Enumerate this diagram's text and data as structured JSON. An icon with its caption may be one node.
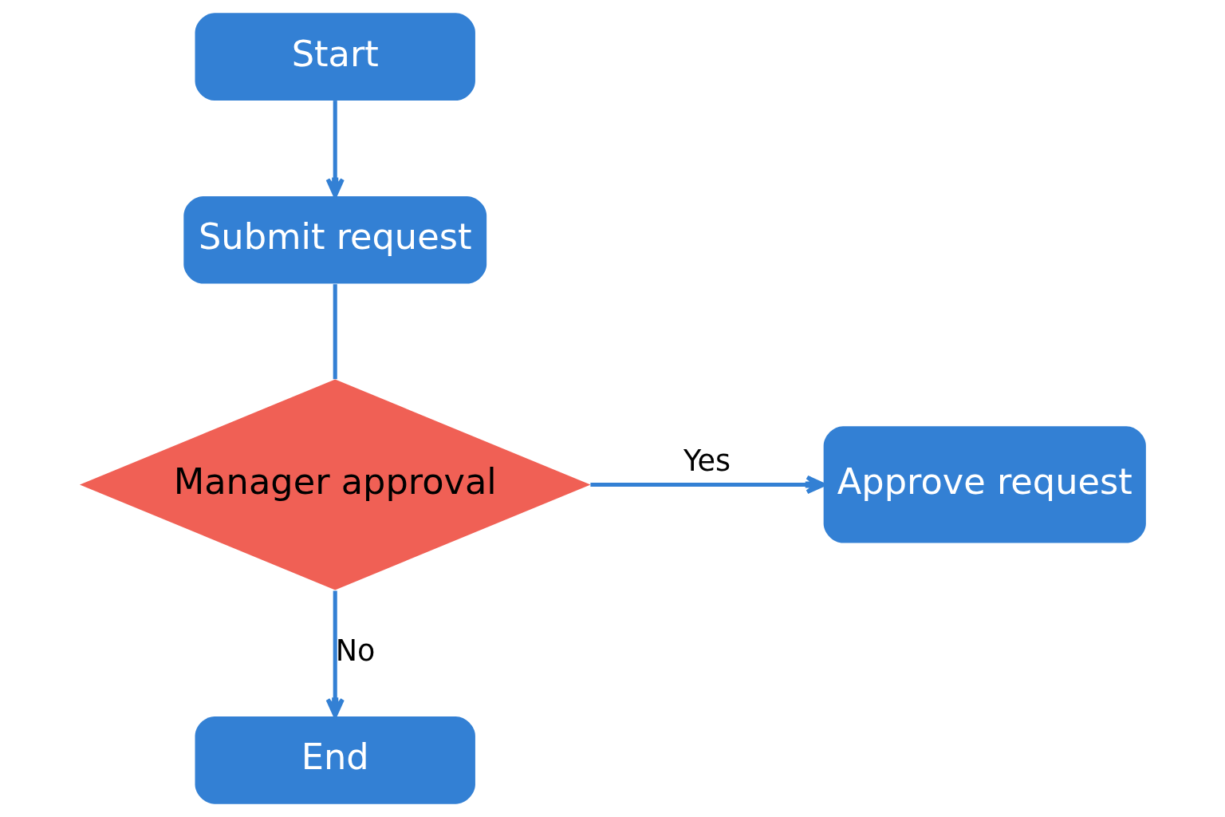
{
  "diagram": {
    "nodes": [
      {
        "text": [
          "Start"
        ]
      },
      {
        "text": [
          "Submit request"
        ]
      },
      {
        "text": [
          "Manager approval"
        ]
      },
      {
        "text": [
          "Approve request"
        ]
      },
      {
        "text": [
          "End"
        ]
      }
    ],
    "edges": [
      {
        "from": 0,
        "to": 1,
        "arrow": "to"
      },
      {
        "from": 1,
        "to": 2,
        "arrow": "none"
      },
      {
        "from": 2,
        "to": 3,
        "arrow": "to",
        "label": "Yes"
      },
      {
        "from": 2,
        "to": 4,
        "arrow": "to",
        "label": "No"
      }
    ]
  }
}
